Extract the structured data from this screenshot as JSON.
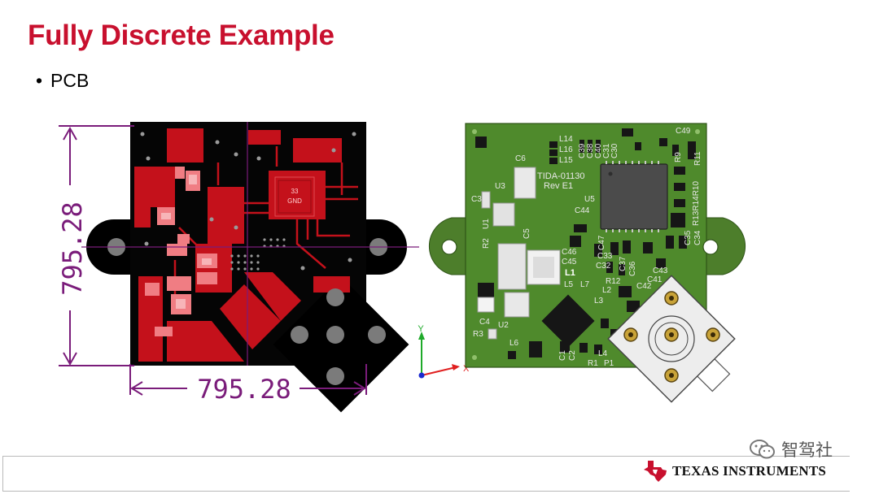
{
  "slide": {
    "title": "Fully Discrete Example",
    "bullet": "PCB"
  },
  "layout_view": {
    "dim_vertical": "795.28",
    "dim_horizontal": "795.28",
    "chip_label_num": "33",
    "chip_label_net": "GND"
  },
  "render_view": {
    "board_name": "TIDA-01130",
    "board_rev": "Rev E1",
    "refdes": [
      "L14",
      "L16",
      "L15",
      "C39",
      "C38",
      "C40",
      "C31",
      "C30",
      "C49",
      "C6",
      "U3",
      "R9",
      "R11",
      "C3",
      "U5",
      "R13R14R10",
      "C44",
      "U1",
      "C5",
      "R2",
      "C47",
      "C35",
      "C34",
      "C46",
      "C45",
      "C33",
      "C32",
      "C37",
      "C36",
      "C43",
      "L1",
      "C41",
      "L5",
      "L7",
      "R12",
      "L2",
      "C42",
      "L3",
      "C4",
      "U2",
      "R3",
      "L6",
      "C1",
      "C2",
      "L4",
      "R1",
      "P1"
    ]
  },
  "axis": {
    "y": "Y",
    "x": "X"
  },
  "footer": {
    "logo_icon": "texas-state-icon",
    "logo_word1": "Texas",
    "logo_word2": "Instruments",
    "watermark_icon": "wechat-icon",
    "watermark_text": "智驾社"
  }
}
